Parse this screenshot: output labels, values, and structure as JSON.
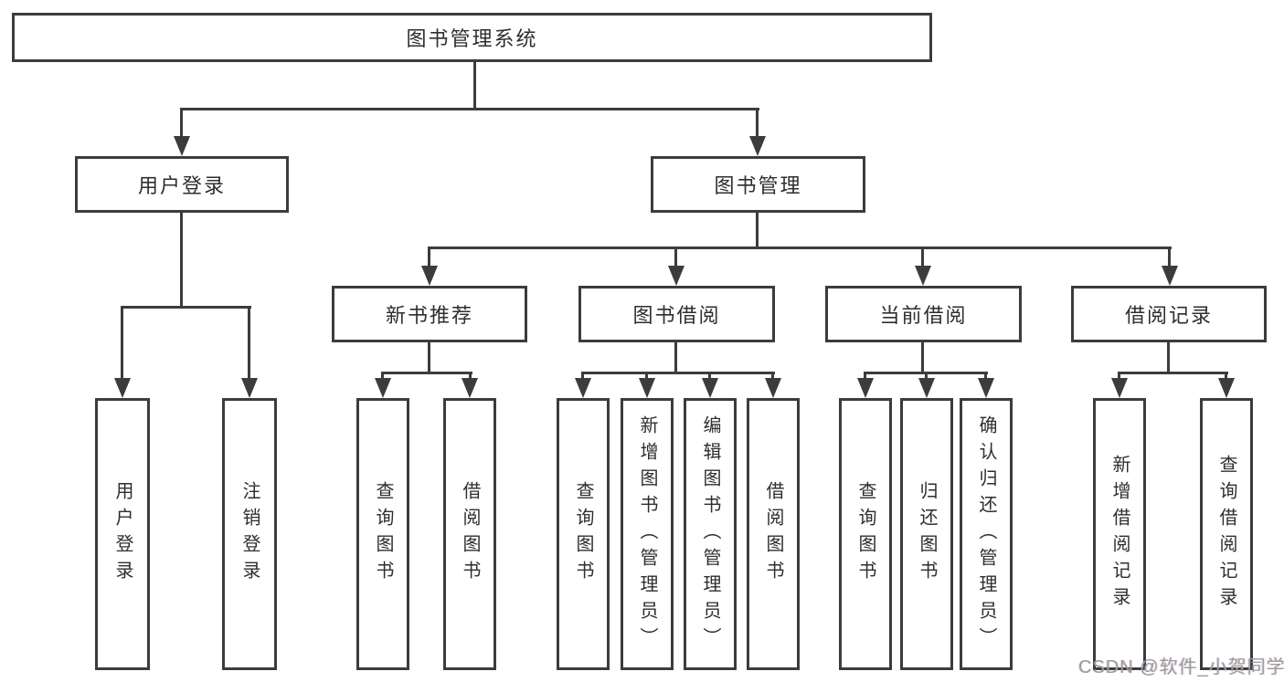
{
  "diagram_type": "tree",
  "colors": {
    "line": "#3c3c3c",
    "text": "#2e2e2e",
    "watermark": "#9c9c9c",
    "background": "#ffffff"
  },
  "watermark": "CSDN @软件_小贺同学",
  "tree": {
    "label": "图书管理系统",
    "children": [
      {
        "label": "用户登录",
        "children": [
          {
            "label": "用户登录"
          },
          {
            "label": "注销登录"
          }
        ]
      },
      {
        "label": "图书管理",
        "children": [
          {
            "label": "新书推荐",
            "children": [
              {
                "label": "查询图书"
              },
              {
                "label": "借阅图书"
              }
            ]
          },
          {
            "label": "图书借阅",
            "children": [
              {
                "label": "查询图书"
              },
              {
                "label": "新增图书（管理员）"
              },
              {
                "label": "编辑图书（管理员）"
              },
              {
                "label": "借阅图书"
              }
            ]
          },
          {
            "label": "当前借阅",
            "children": [
              {
                "label": "查询图书"
              },
              {
                "label": "归还图书"
              },
              {
                "label": "确认归还（管理员）"
              }
            ]
          },
          {
            "label": "借阅记录",
            "children": [
              {
                "label": "新增借阅记录"
              },
              {
                "label": "查询借阅记录"
              }
            ]
          }
        ]
      }
    ]
  }
}
